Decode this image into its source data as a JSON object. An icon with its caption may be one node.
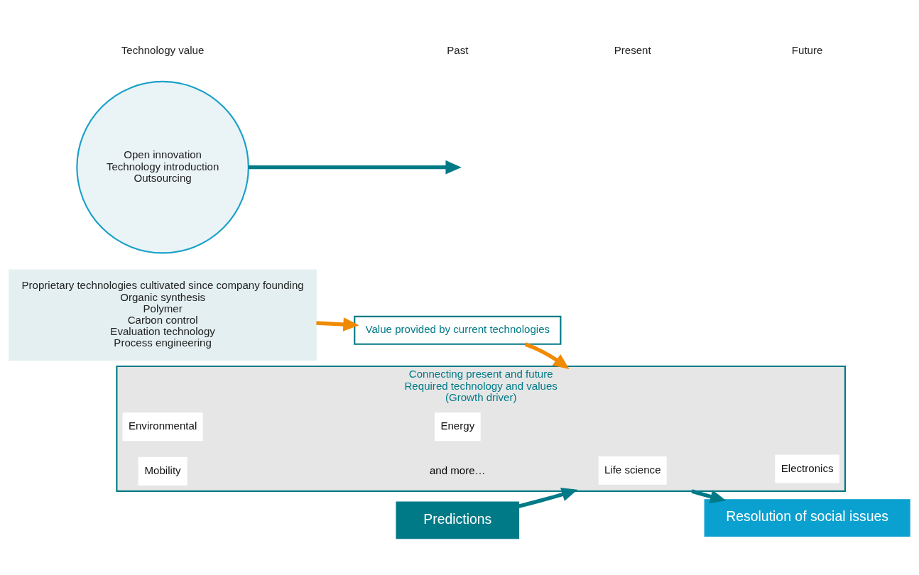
{
  "diagram": {
    "nodes": [
      {
        "text": [
          "Proprietary technologies cultivated since company founding",
          "Organic synthesis",
          "Polymer",
          "Carbon control",
          "Evaluation technology",
          "Process engineering"
        ]
      },
      {
        "text": [
          "Open innovation",
          "Technology introduction",
          "Outsourcing"
        ]
      },
      {
        "text": [
          "Value provided by current technologies"
        ]
      },
      {
        "text": [
          "Connecting present and future",
          "Required technology and values",
          "(Growth driver)"
        ]
      },
      {
        "text": [
          "Environmental"
        ],
        "in": 3
      },
      {
        "text": [
          "Energy"
        ],
        "in": 3
      },
      {
        "text": [
          "Life science"
        ],
        "in": 3
      },
      {
        "text": [
          "Electronics"
        ],
        "in": 3
      },
      {
        "text": [
          "Mobility"
        ],
        "in": 3
      },
      {
        "text": [
          "Predictions"
        ]
      },
      {
        "text": [
          "Resolution of social issues"
        ]
      }
    ],
    "edges": [
      {
        "from": 0,
        "to": 2,
        "arrow": "to",
        "color": "#f08a00"
      },
      {
        "from": 2,
        "to": 3,
        "arrow": "to",
        "color": "#f08a00"
      },
      {
        "from": 1,
        "to": null,
        "arrow": "to"
      },
      {
        "from": 9,
        "to": 3,
        "arrow": "to"
      },
      {
        "from": 3,
        "to": 10,
        "arrow": "to"
      }
    ],
    "labels": [
      "Technology value",
      "and more…",
      "Past",
      "Present",
      "Future"
    ]
  }
}
